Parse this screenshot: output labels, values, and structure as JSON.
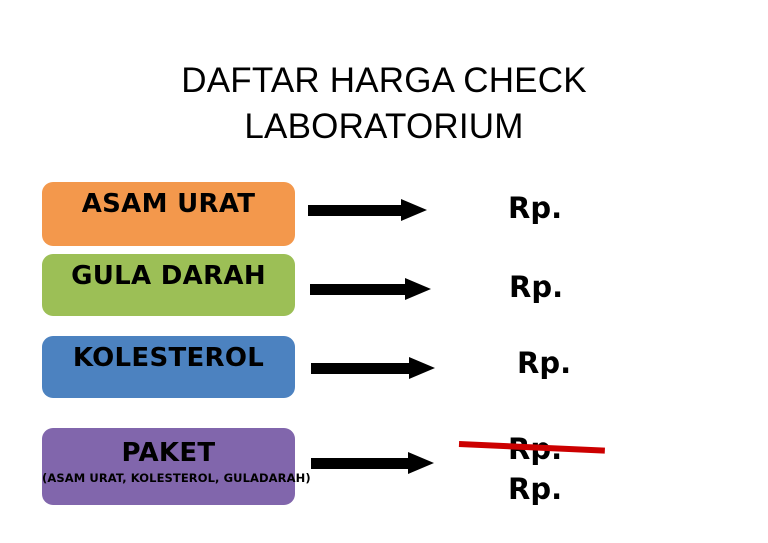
{
  "slide": {
    "background_color": "#FFFFFF",
    "title_lines": [
      "DAFTAR HARGA CHECK",
      "LABORATORIUM"
    ]
  },
  "rows": [
    {
      "id": "asam-urat",
      "label": "ASAM URAT",
      "sublabel": "",
      "color": "#F3984C",
      "color_name": "orange",
      "arrow": "right-arrow",
      "price": "Rp.",
      "struck_through": false
    },
    {
      "id": "gula-darah",
      "label": "GULA DARAH",
      "sublabel": "",
      "color": "#9CBF56",
      "color_name": "green",
      "arrow": "right-arrow",
      "price": "Rp.",
      "struck_through": false
    },
    {
      "id": "kolesterol",
      "label": "KOLESTEROL",
      "sublabel": "",
      "color": "#4C82C0",
      "color_name": "blue",
      "arrow": "right-arrow",
      "price": "Rp.",
      "struck_through": false
    },
    {
      "id": "paket",
      "label": "PAKET",
      "sublabel": "(ASAM URAT, KOLESTEROL, GULADARAH)",
      "color": "#8166AC",
      "color_name": "purple",
      "arrow": "right-arrow",
      "price": "Rp.",
      "price_revised": "Rp.",
      "struck_through": true,
      "strike_color": "#CC0000"
    }
  ]
}
